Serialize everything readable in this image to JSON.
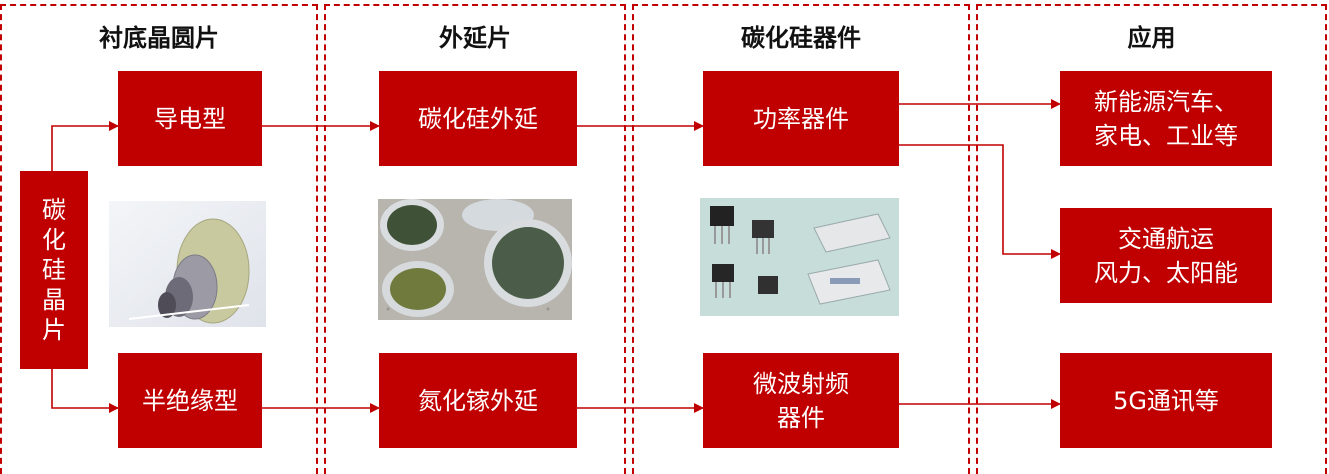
{
  "columns": {
    "substrate": "衬底晶圆片",
    "epitaxy": "外延片",
    "device": "碳化硅器件",
    "application": "应用"
  },
  "boxes": {
    "sic_wafer": "碳\n化\n硅\n晶\n片",
    "conductive": "导电型",
    "semi_insulating": "半绝缘型",
    "sic_epitaxy": "碳化硅外延",
    "gan_epitaxy": "氮化镓外延",
    "power_device": "功率器件",
    "rf_device": "微波射频\n器件",
    "app_ev": "新能源汽车、\n家电、工业等",
    "app_transport": "交通航运\n风力、太阳能",
    "app_5g": "5G通讯等"
  },
  "colors": {
    "accent": "#c00000",
    "text": "#111111"
  }
}
